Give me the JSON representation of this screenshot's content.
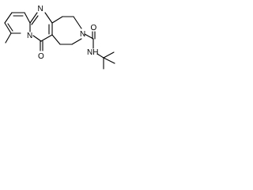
{
  "molecule": {
    "atoms": {
      "n_top": "N",
      "n_bridge": "N",
      "n_ring": "N",
      "o_carbonyl": "O",
      "o_amide": "O",
      "nh": "NH"
    }
  },
  "colors": {
    "bond": "#000000",
    "text": "#000000",
    "background": "#ffffff"
  }
}
